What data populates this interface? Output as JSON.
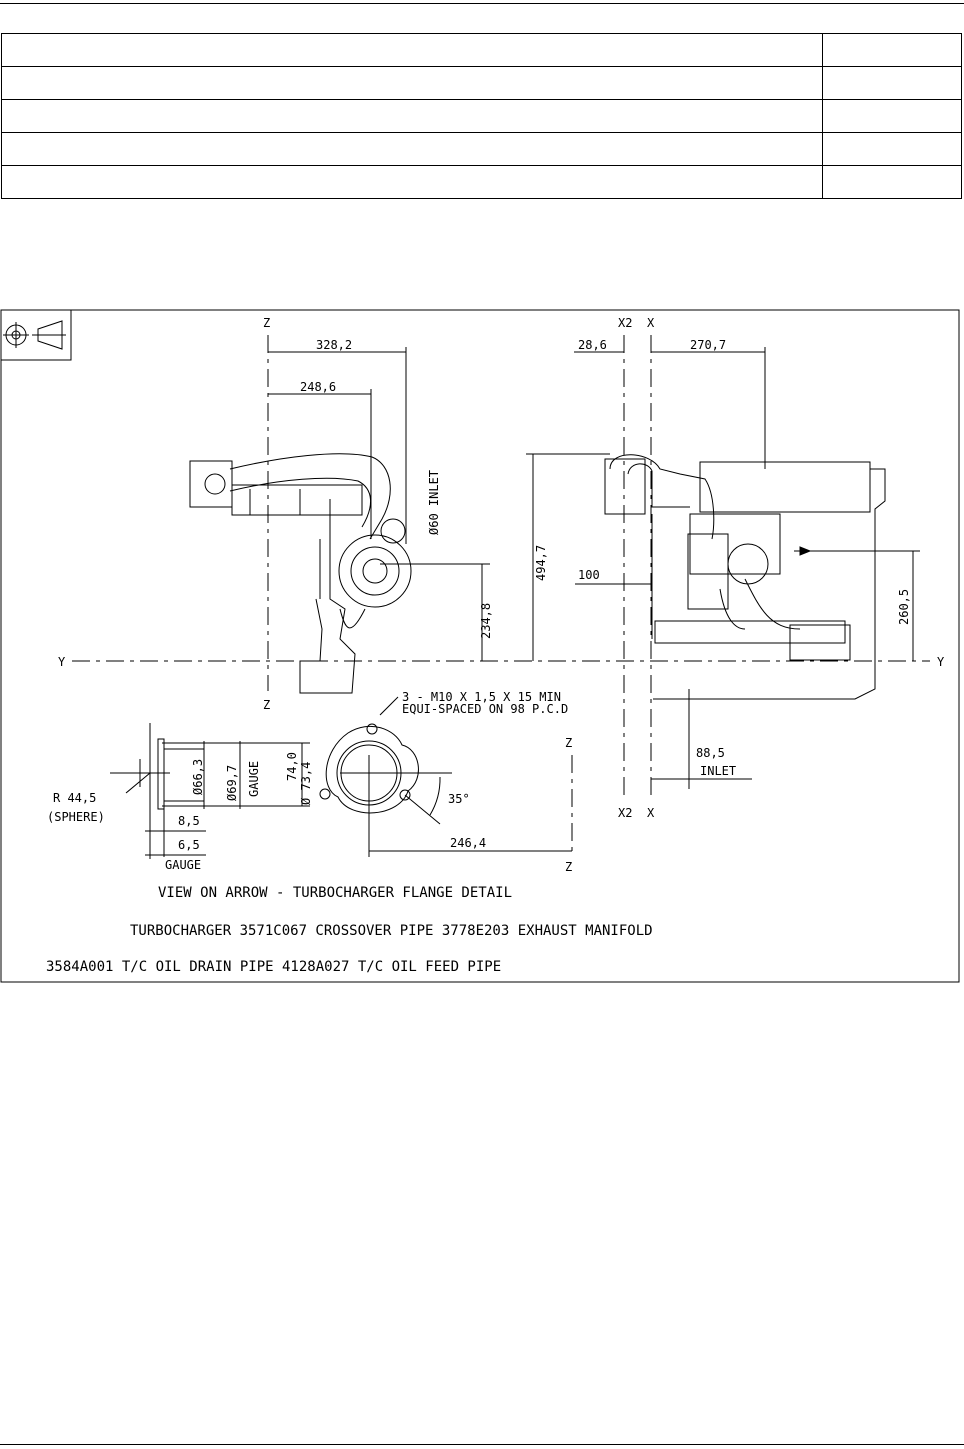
{
  "spec_table": {
    "rows": [
      [
        "",
        ""
      ],
      [
        "",
        ""
      ],
      [
        "",
        ""
      ],
      [
        "",
        ""
      ],
      [
        "",
        ""
      ]
    ]
  },
  "drawing": {
    "axes": {
      "z": "Z",
      "y": "Y",
      "x": "X",
      "x2": "X2"
    },
    "dimensions": {
      "d328_2": "328,2",
      "d248_6": "248,6",
      "d28_6": "28,6",
      "d270_7": "270,7",
      "d494_7": "494,7",
      "d234_8": "234,8",
      "d100": "100",
      "d260_5": "260,5",
      "d88_5": "88,5",
      "d246_4": "246,4",
      "d66_3": "Ø66,3",
      "d69_7": "Ø69,7",
      "d74_0": "74,0",
      "d73_4": "Ø 73,4",
      "d8_5": "8,5",
      "d6_5": "6,5",
      "angle35": "35°"
    },
    "labels": {
      "inlet60": "Ø60 INLET",
      "inlet": "INLET",
      "gauge": "GAUGE",
      "radius": "R 44,5",
      "sphere": "(SPHERE)",
      "bolts_line1": "3 - M10 X 1,5 X 15 MIN",
      "bolts_line2": "EQUI-SPACED ON 98 P.C.D"
    },
    "captions": {
      "view": "VIEW ON ARROW - TURBOCHARGER FLANGE DETAIL",
      "parts_line1": "TURBOCHARGER  3571C067 CROSSOVER PIPE  3778E203 EXHAUST MANIFOLD",
      "parts_line2": "3584A001 T/C OIL DRAIN PIPE  4128A027 T/C OIL FEED PIPE"
    }
  }
}
